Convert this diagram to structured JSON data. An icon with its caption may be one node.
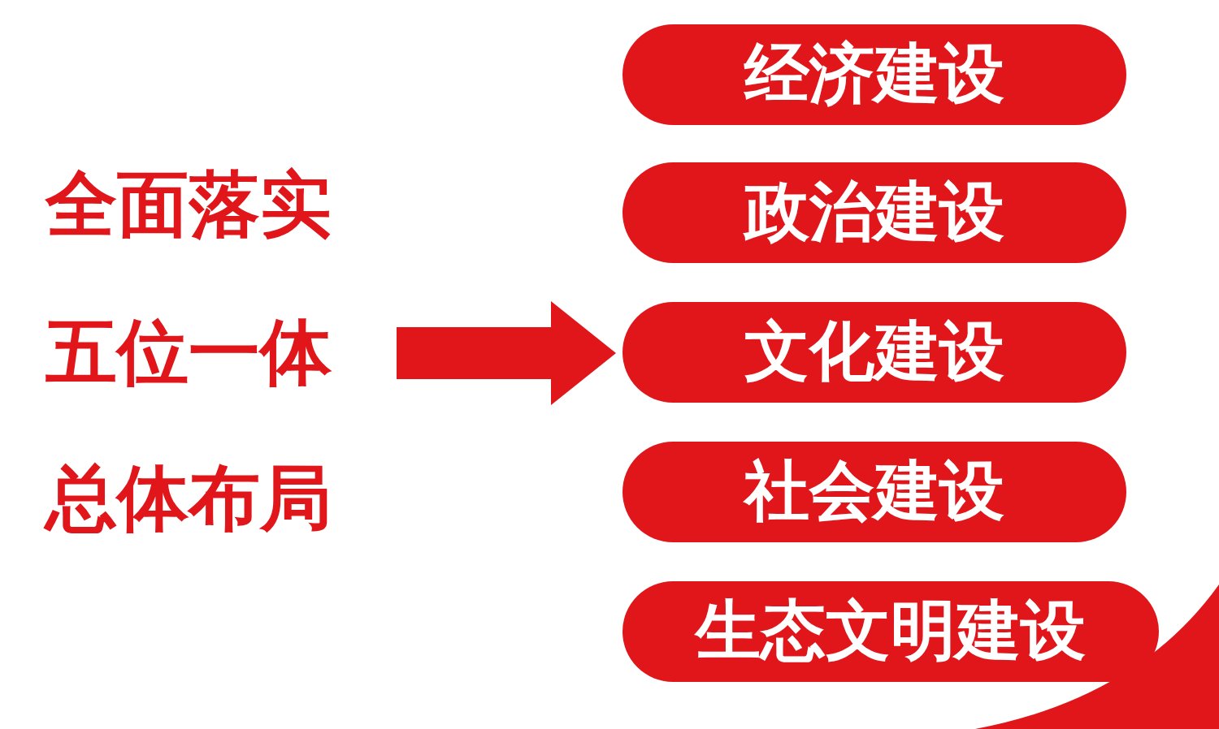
{
  "diagram": {
    "nodes": [
      {
        "text": [
          "全面落实",
          "五位一体",
          "总体布局"
        ]
      },
      {
        "text": [
          "经济建设"
        ]
      },
      {
        "text": [
          "政治建设"
        ]
      },
      {
        "text": [
          "文化建设"
        ]
      },
      {
        "text": [
          "社会建设"
        ]
      },
      {
        "text": [
          "生态文明建设"
        ]
      }
    ],
    "edges": [
      {
        "from": 0,
        "to": 3,
        "arrow": "to"
      }
    ]
  }
}
